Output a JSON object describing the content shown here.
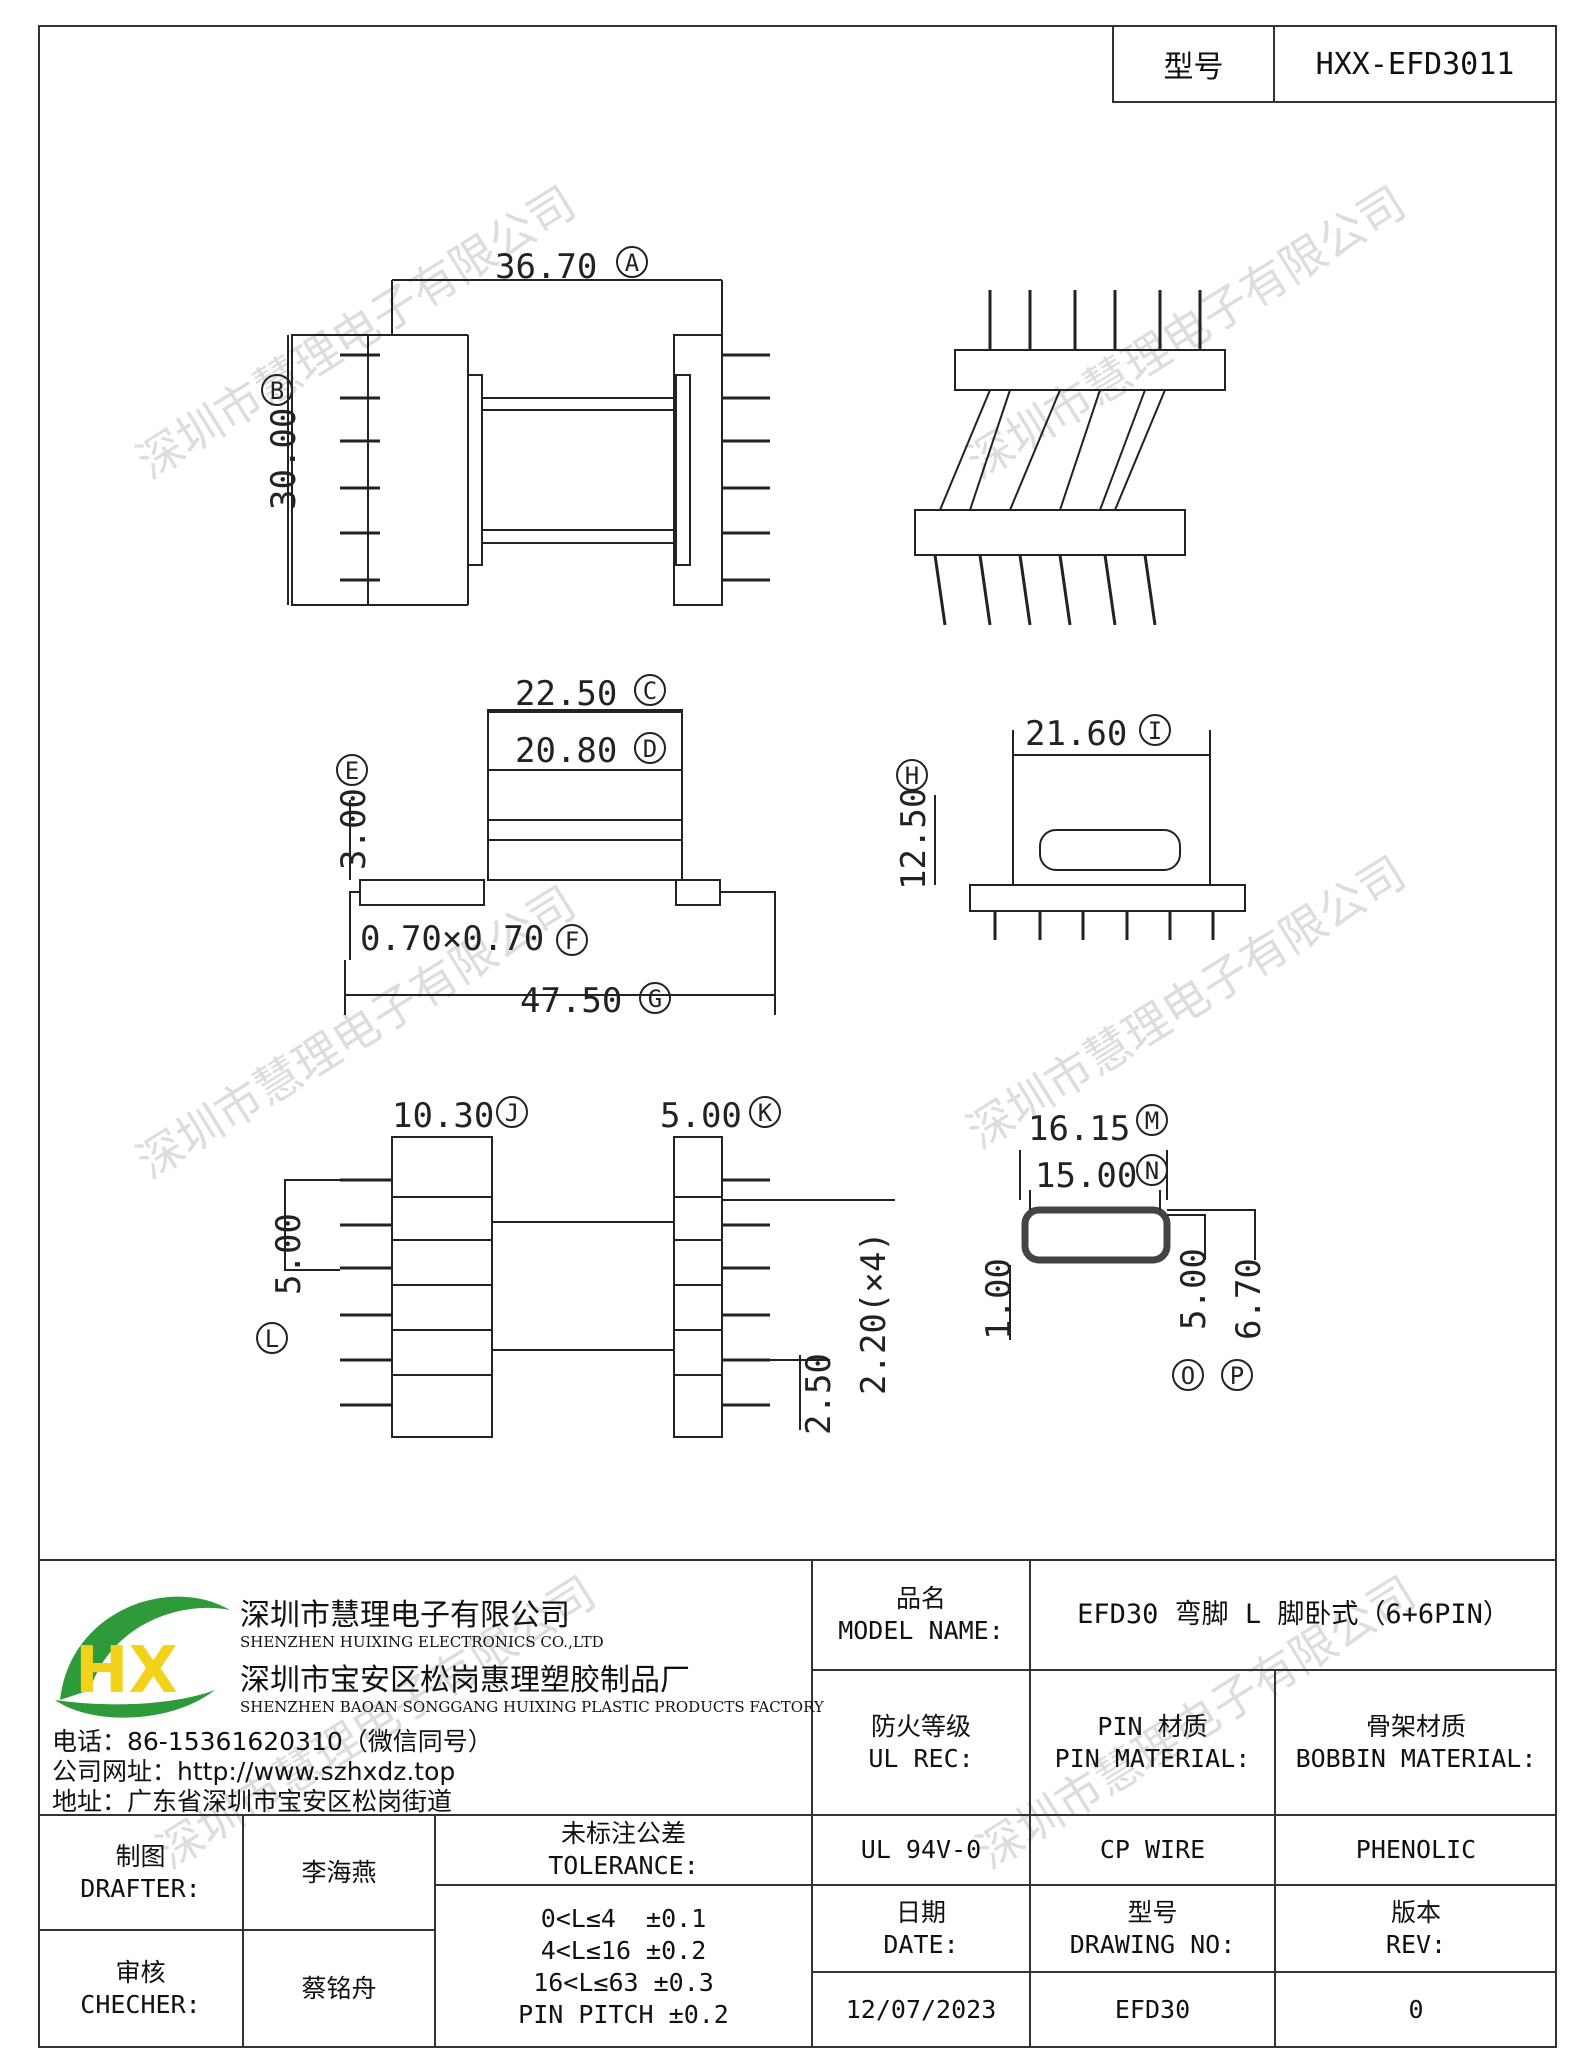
{
  "header": {
    "model_label": "型号",
    "model_value": "HXX-EFD3011"
  },
  "dims": {
    "a": "36.70",
    "b": "30.00",
    "c": "22.50",
    "d": "20.80",
    "e": "3.00",
    "f": "0.70×0.70",
    "g": "47.50",
    "h": "12.50",
    "i": "21.60",
    "j": "10.30",
    "k": "5.00",
    "l": "5.00",
    "m": "16.15",
    "n": "15.00",
    "o": "5.00",
    "p": "6.70",
    "q": "1.00",
    "r": "2.20(×4)",
    "s": "2.50"
  },
  "markers": {
    "a": "A",
    "b": "B",
    "c": "C",
    "d": "D",
    "e": "E",
    "f": "F",
    "g": "G",
    "h": "H",
    "i": "I",
    "j": "J",
    "k": "K",
    "l": "L",
    "m": "M",
    "n": "N",
    "o": "O",
    "p": "P"
  },
  "watermark": "深圳市慧理电子有限公司",
  "company": {
    "logo_text": "HX",
    "name_cn": "深圳市慧理电子有限公司",
    "name_en": "SHENZHEN HUIXING ELECTRONICS CO.,LTD",
    "factory_cn": "深圳市宝安区松岗惠理塑胶制品厂",
    "factory_en": "SHENZHEN BAOAN SONGGANG HUIXING PLASTIC PRODUCTS FACTORY",
    "phone": "电话：86-15361620310（微信同号）",
    "website": "公司网址：http://www.szhxdz.top",
    "address": "地址：广东省深圳市宝安区松岗街道"
  },
  "title_block": {
    "model_name_cn": "品名",
    "model_name_en": "MODEL NAME:",
    "model_name_value": "EFD30 弯脚 L 脚卧式（6+6PIN）",
    "fire_cn": "防火等级",
    "fire_en": "UL REC:",
    "pin_cn": "PIN 材质",
    "pin_en": "PIN MATERIAL:",
    "bobbin_cn": "骨架材质",
    "bobbin_en": "BOBBIN MATERIAL:",
    "fire_value": "UL 94V-0",
    "pin_value": "CP WIRE",
    "bobbin_value": "PHENOLIC",
    "drafter_cn": "制图",
    "drafter_en": "DRAFTER:",
    "drafter_value": "李海燕",
    "checker_cn": "审核",
    "checker_en": "CHECHER:",
    "checker_value": "蔡铭舟",
    "tol_cn": "未标注公差",
    "tol_en": "TOLERANCE:",
    "tol_lines": [
      "0<L≤4  ±0.1",
      "4<L≤16 ±0.2",
      "16<L≤63 ±0.3",
      "PIN PITCH ±0.2"
    ],
    "date_cn": "日期",
    "date_en": "DATE:",
    "date_value": "12/07/2023",
    "dwg_cn": "型号",
    "dwg_en": "DRAWING NO:",
    "dwg_value": "EFD30",
    "rev_cn": "版本",
    "rev_en": "REV:",
    "rev_value": "0"
  }
}
